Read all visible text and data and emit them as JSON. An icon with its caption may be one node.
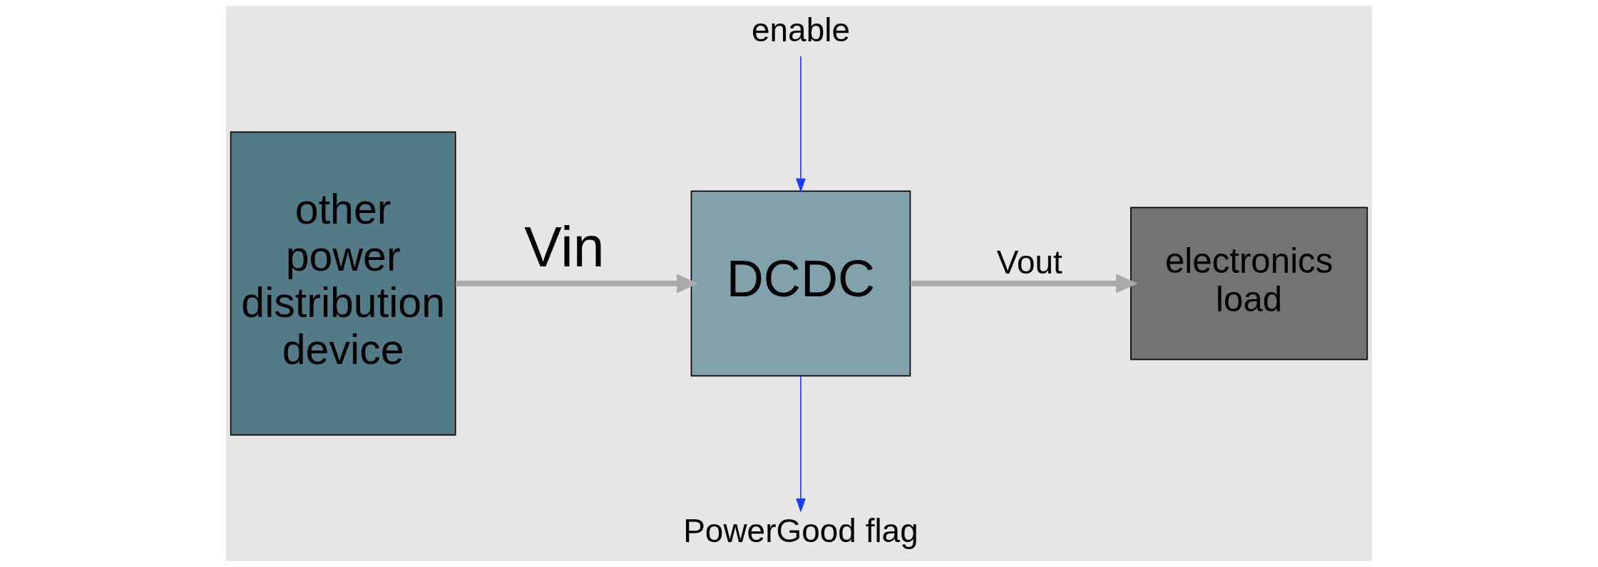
{
  "diagram": {
    "nodes": [
      {
        "text": [
          "other power distribution device"
        ]
      },
      {
        "text": [
          "DCDC"
        ]
      },
      {
        "text": [
          "electronics load"
        ]
      },
      {
        "text": [
          "enable"
        ]
      },
      {
        "text": [
          "PowerGood flag"
        ]
      }
    ],
    "edges": [
      {
        "from": 0,
        "to": 1,
        "arrow": "to",
        "label": "Vin",
        "style": "thick",
        "color": "#aaaaaa"
      },
      {
        "from": 1,
        "to": 2,
        "arrow": "to",
        "label": "Vout",
        "style": "thick",
        "color": "#aaaaaa"
      },
      {
        "from": 3,
        "to": 1,
        "arrow": "to",
        "color": "#1a3cff"
      },
      {
        "from": 1,
        "to": 4,
        "arrow": "to",
        "color": "#1a3cff"
      }
    ]
  }
}
